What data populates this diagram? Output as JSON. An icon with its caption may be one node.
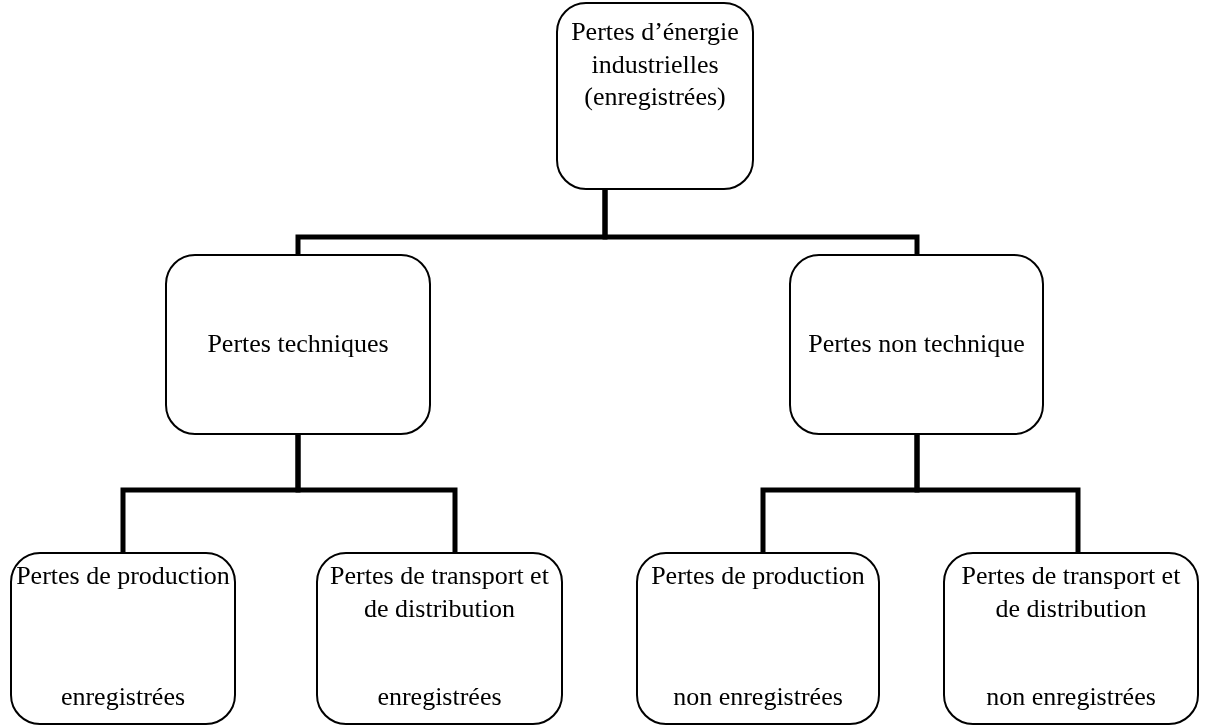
{
  "diagram": {
    "nodes": [
      {
        "text": [
          "Pertes d’énergie industrielles (enregistrées)"
        ]
      },
      {
        "text": [
          "Pertes techniques"
        ]
      },
      {
        "text": [
          "Pertes non technique"
        ]
      },
      {
        "text": [
          "Pertes de production",
          "enregistrées"
        ]
      },
      {
        "text": [
          "Pertes de transport et de distribution",
          "enregistrées"
        ]
      },
      {
        "text": [
          "Pertes de production",
          "non enregistrées"
        ]
      },
      {
        "text": [
          "Pertes de transport et de distribution",
          "non enregistrées"
        ]
      }
    ],
    "edges": [
      {
        "from": 0,
        "to": 1,
        "arrow": "none"
      },
      {
        "from": 0,
        "to": 2,
        "arrow": "none"
      },
      {
        "from": 1,
        "to": 3,
        "arrow": "none"
      },
      {
        "from": 1,
        "to": 4,
        "arrow": "none"
      },
      {
        "from": 2,
        "to": 5,
        "arrow": "none"
      },
      {
        "from": 2,
        "to": 6,
        "arrow": "none"
      }
    ]
  }
}
